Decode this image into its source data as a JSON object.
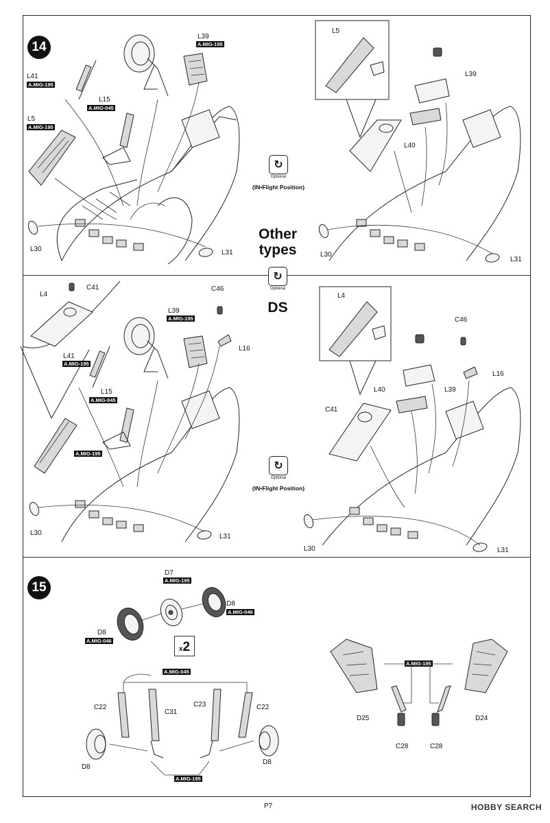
{
  "steps": {
    "step14": "14",
    "step15": "15"
  },
  "center": {
    "other_types_line1": "Other",
    "other_types_line2": "types",
    "ds": "DS"
  },
  "optional": {
    "icon": "rotate-arrow-icon",
    "small": "Optional",
    "position": "(IN•Flight Position)"
  },
  "multiplier": {
    "x": "x",
    "n": "2"
  },
  "parts": {
    "L39": "L39",
    "L41": "L41",
    "L15": "L15",
    "L5": "L5",
    "L30": "L30",
    "L31": "L31",
    "L40": "L40",
    "L4": "L4",
    "C41": "C41",
    "C46": "C46",
    "L16": "L16",
    "D7": "D7",
    "D8": "D8",
    "C22": "C22",
    "C31": "C31",
    "C23": "C23",
    "D25": "D25",
    "D24": "D24",
    "C28": "C28"
  },
  "paint": {
    "mig195": "A.MIG-195",
    "mig045": "A.MIG-045",
    "mig046": "A.MIG-046"
  },
  "footer": {
    "page": "P7",
    "watermark": "HOBBY SEARCH"
  }
}
